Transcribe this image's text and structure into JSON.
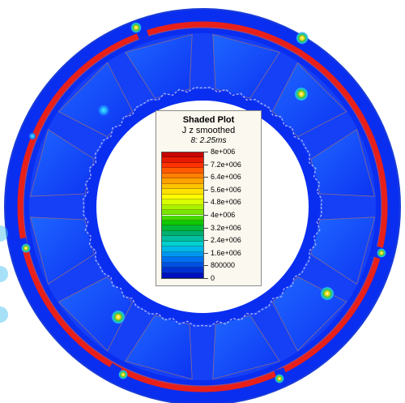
{
  "legend": {
    "title": "Shaded Plot",
    "quantity": "J z smoothed",
    "step": "8: 2.25ms",
    "ticks": [
      "8e+006",
      "7.2e+006",
      "6.4e+006",
      "5.6e+006",
      "4.8e+006",
      "4e+006",
      "3.2e+006",
      "2.4e+006",
      "1.6e+006",
      "800000",
      "0"
    ],
    "scale_min": 0,
    "scale_max": 8000000,
    "band_colors_top_to_bottom": [
      "#c80000",
      "#e61a00",
      "#ff3300",
      "#ff5a00",
      "#ff8000",
      "#ffa200",
      "#ffc400",
      "#ffe100",
      "#ffff00",
      "#d8ff00",
      "#a8f200",
      "#7ae600",
      "#44d800",
      "#10c800",
      "#00b83a",
      "#00b070",
      "#00bfa0",
      "#00d0d0",
      "#00b8e8",
      "#0096f0",
      "#0070f0",
      "#0050e0",
      "#0030d0",
      "#0010c0"
    ]
  },
  "colors": {
    "background": "#ffffff",
    "field_low": "#0a2ef0",
    "field_mid": "#1a4cff",
    "hot": "#e8201a",
    "warm": "#ffd800",
    "green": "#2cc060",
    "cyan": "#20d8f0",
    "mesh_line": "#8a6a8a",
    "watermark": "#4fc4f0"
  }
}
